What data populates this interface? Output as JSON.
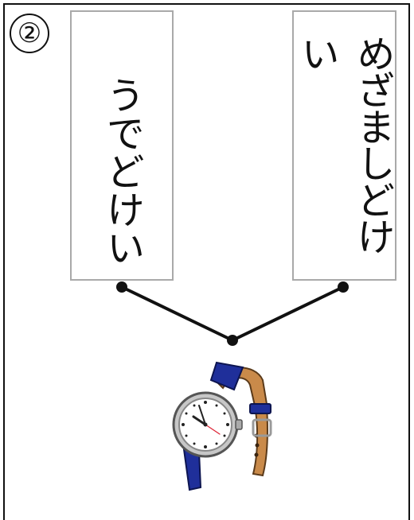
{
  "question": {
    "number": "②"
  },
  "choices": [
    {
      "label": "うでどけい"
    },
    {
      "label": "めざましどけい"
    }
  ],
  "picture": {
    "icon": "wristwatch-icon",
    "strap_color": "#1f2f9a",
    "inner_strap_color": "#c98a4a"
  }
}
